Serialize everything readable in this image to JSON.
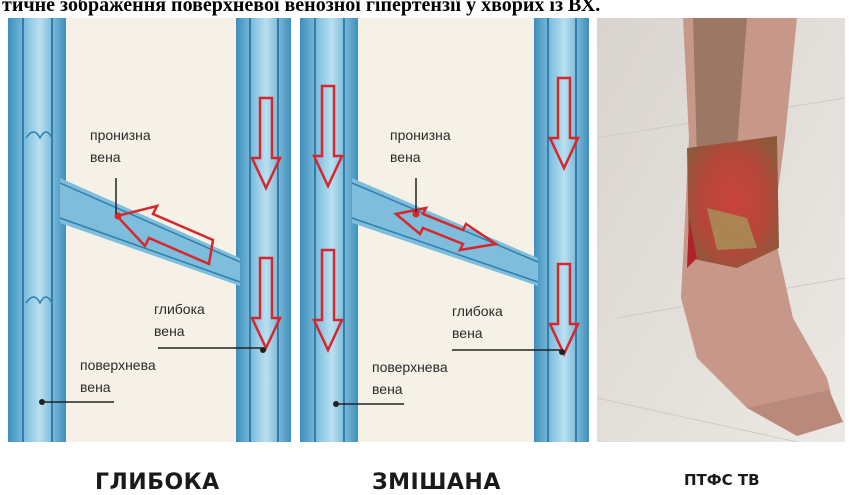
{
  "title": "тичне зображення поверхневої венозної гіпертензії у хворих із ВХ.",
  "panels": [
    {
      "labels": {
        "perforator": [
          "пронизна",
          "вена"
        ],
        "deep": [
          "глибока",
          "вена"
        ],
        "superficial": [
          "поверхнева",
          "вена"
        ]
      },
      "caption": "ГЛИБОКА"
    },
    {
      "labels": {
        "perforator": [
          "пронизна",
          "вена"
        ],
        "deep": [
          "глибока",
          "вена"
        ],
        "superficial": [
          "поверхнева",
          "вена"
        ]
      },
      "caption": "ЗМІШАНА"
    },
    {
      "caption": "ПТФС ТВ"
    }
  ],
  "colors": {
    "vein": "#5aa3c9",
    "arrow": "#d7262c",
    "background": "#f6f1e6"
  }
}
